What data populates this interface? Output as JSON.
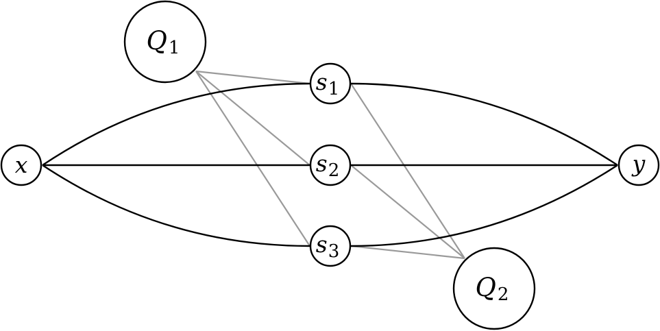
{
  "diagram": {
    "nodes": {
      "x": {
        "label": "x"
      },
      "y": {
        "label": "y"
      },
      "s1": {
        "label": "s",
        "subscript": "1"
      },
      "s2": {
        "label": "s",
        "subscript": "2"
      },
      "s3": {
        "label": "s",
        "subscript": "3"
      },
      "Q1": {
        "label": "Q",
        "subscript": "1"
      },
      "Q2": {
        "label": "Q",
        "subscript": "2"
      }
    },
    "edges_path": [
      [
        "x",
        "s1"
      ],
      [
        "x",
        "s2"
      ],
      [
        "x",
        "s3"
      ],
      [
        "s1",
        "y"
      ],
      [
        "s2",
        "y"
      ],
      [
        "s3",
        "y"
      ]
    ],
    "edges_gray": [
      [
        "Q1",
        "s1"
      ],
      [
        "Q1",
        "s2"
      ],
      [
        "Q1",
        "s3"
      ],
      [
        "Q2",
        "s1"
      ],
      [
        "Q2",
        "s2"
      ],
      [
        "Q2",
        "s3"
      ]
    ],
    "colors": {
      "path_edges": "#000000",
      "gray_edges": "#9a9a9a"
    }
  }
}
